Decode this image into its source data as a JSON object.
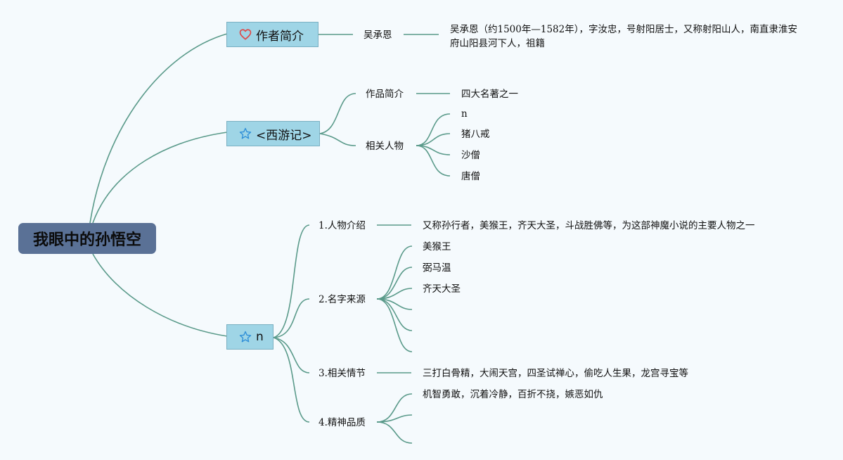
{
  "central": "我眼中的孙悟空",
  "branches": {
    "author": {
      "label": "作者简介",
      "icon": "heart-icon",
      "name": "吴承恩",
      "detail": "吴承恩（约1500年—1582年），字汝忠，号射阳居士，又称射阳山人，南直隶淮安府山阳县河下人，祖籍"
    },
    "xiyouji": {
      "label": "<西游记>",
      "icon": "star-icon",
      "intro_label": "作品简介",
      "intro_value": "四大名著之一",
      "chars_label": "相关人物",
      "chars": [
        "n",
        "猪八戒",
        "沙僧",
        "唐僧"
      ]
    },
    "n": {
      "label": "n",
      "icon": "star-icon",
      "intro_label": "1.人物介绍",
      "intro_value": "又称孙行者，美猴王，齐天大圣，斗战胜佛等，为这部神魔小说的主要人物之一",
      "names_label": "2.名字来源",
      "names": [
        "美猴王",
        "弼马温",
        "齐天大圣"
      ],
      "plot_label": "3.相关情节",
      "plot_value": "三打白骨精，大闹天宫，四圣试禅心，偷吃人生果，龙宫寻宝等",
      "spirit_label": "4.精神品质",
      "spirit_value": "机智勇敢，沉着冷静，百折不挠，嫉恶如仇"
    }
  },
  "colors": {
    "connector": "#5a9a8a",
    "root_bg": "#5a7196",
    "branch_bg": "#9fd5e6",
    "icon_heart": "#e04848",
    "icon_star": "#2f8fd8"
  }
}
